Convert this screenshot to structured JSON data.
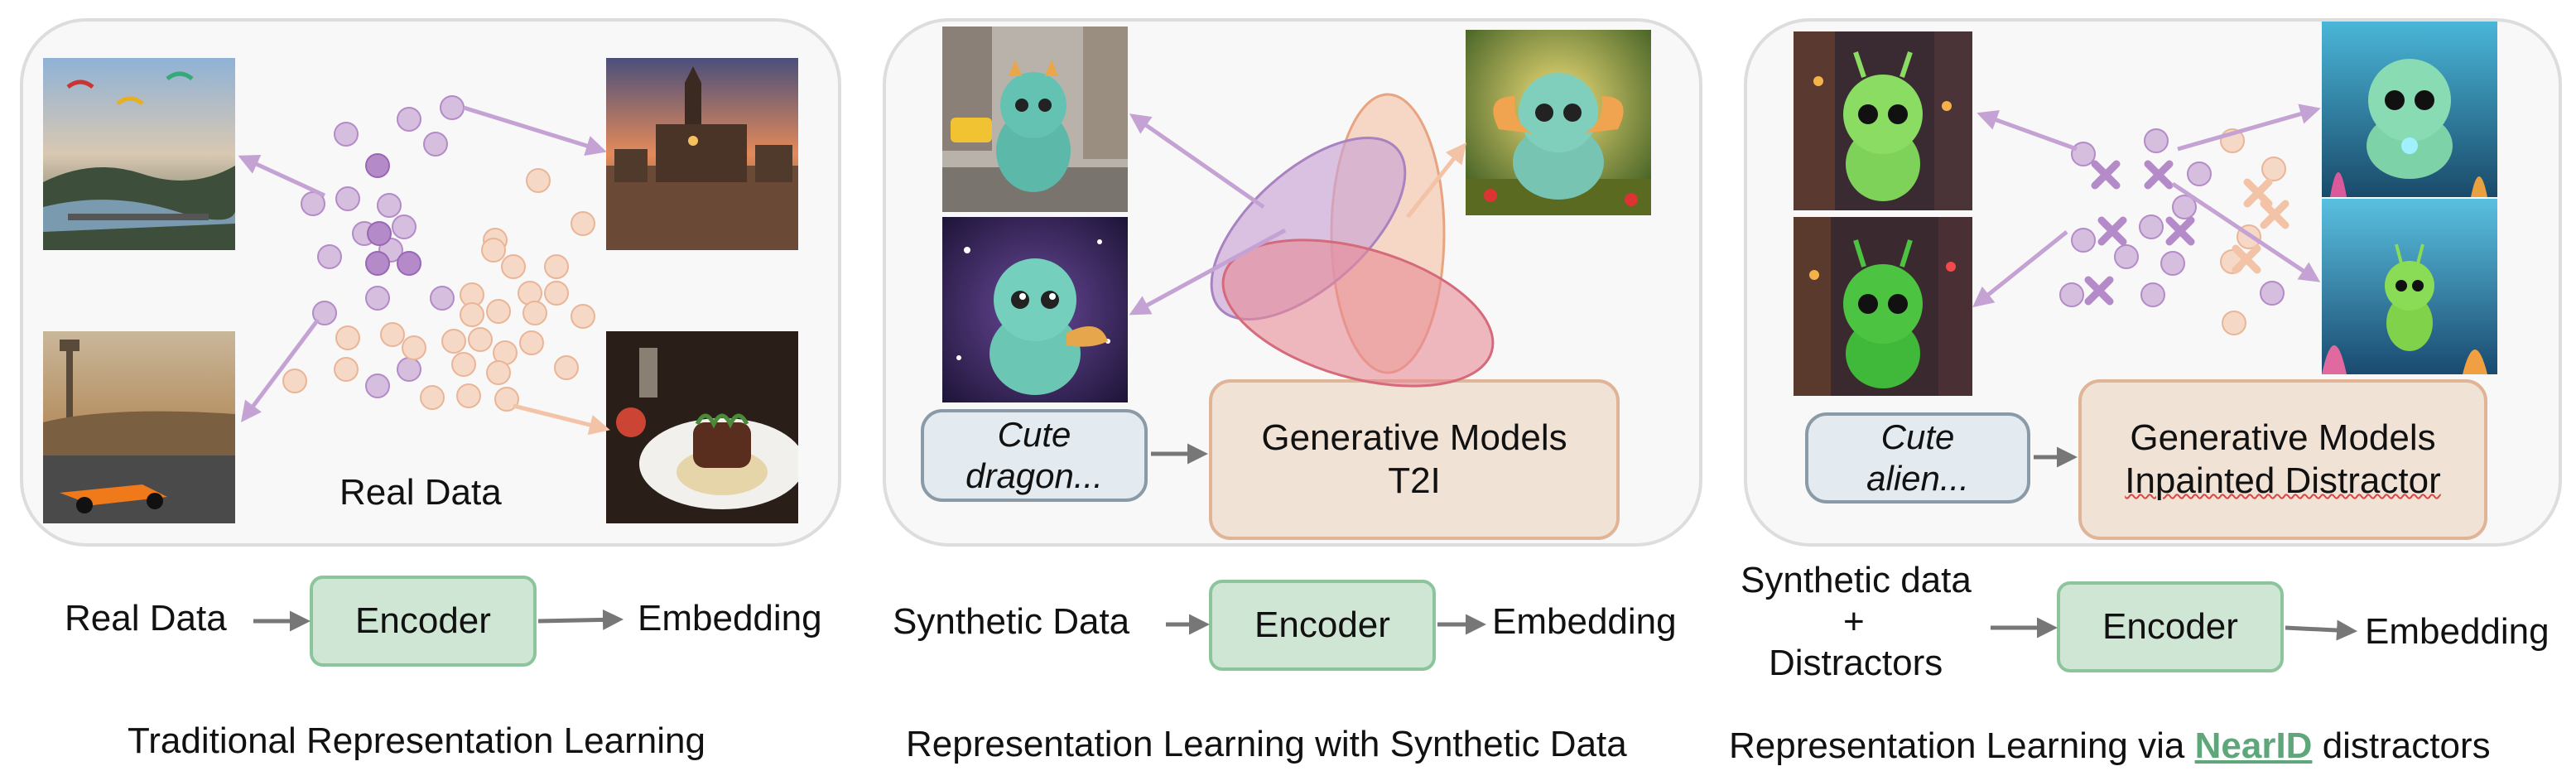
{
  "panels": [
    {
      "box_label": "Real Data",
      "flow": {
        "input": "Real Data",
        "encoder": "Encoder",
        "output": "Embedding"
      },
      "caption": "Traditional Representation Learning",
      "images": [
        "paragliders-over-river-photo",
        "cathedral-square-sunset-photo",
        "racing-car-monument-photo",
        "steak-dinner-photo"
      ]
    },
    {
      "prompt": [
        "Cute",
        "dragon..."
      ],
      "generator": [
        "Generative Models",
        "T2I"
      ],
      "flow": {
        "input": "Synthetic Data",
        "encoder": "Encoder",
        "output": "Embedding"
      },
      "caption": "Representation Learning with Synthetic Data",
      "images": [
        "dragon-city-photo",
        "dragon-galaxy-photo",
        "dragon-forest-photo"
      ]
    },
    {
      "prompt": [
        "Cute",
        "alien..."
      ],
      "generator": [
        "Generative Models",
        "Inpainted Distractor"
      ],
      "flow": {
        "input_lines": [
          "Synthetic data",
          "+",
          "Distractors"
        ],
        "encoder": "Encoder",
        "output": "Embedding"
      },
      "caption_prefix": "Representation Learning via",
      "caption_highlight": "NearID",
      "caption_suffix": "distractors",
      "images": [
        "alien-street-photo",
        "alien-street-glow-photo",
        "alien-underwater-photo",
        "alien-underwater-small-photo"
      ]
    }
  ],
  "colors": {
    "purple": "#b48ac8",
    "purple_dark": "#9a66b6",
    "peach": "#f2c3a6",
    "encoder_fill": "#cfe6d4",
    "encoder_border": "#8cc59b",
    "generator_fill": "#f1e2d6",
    "generator_border": "#dfb497",
    "prompt_fill": "#e4ebf0",
    "prompt_border": "#8a9aa6",
    "highlight": "#5fa77a"
  }
}
